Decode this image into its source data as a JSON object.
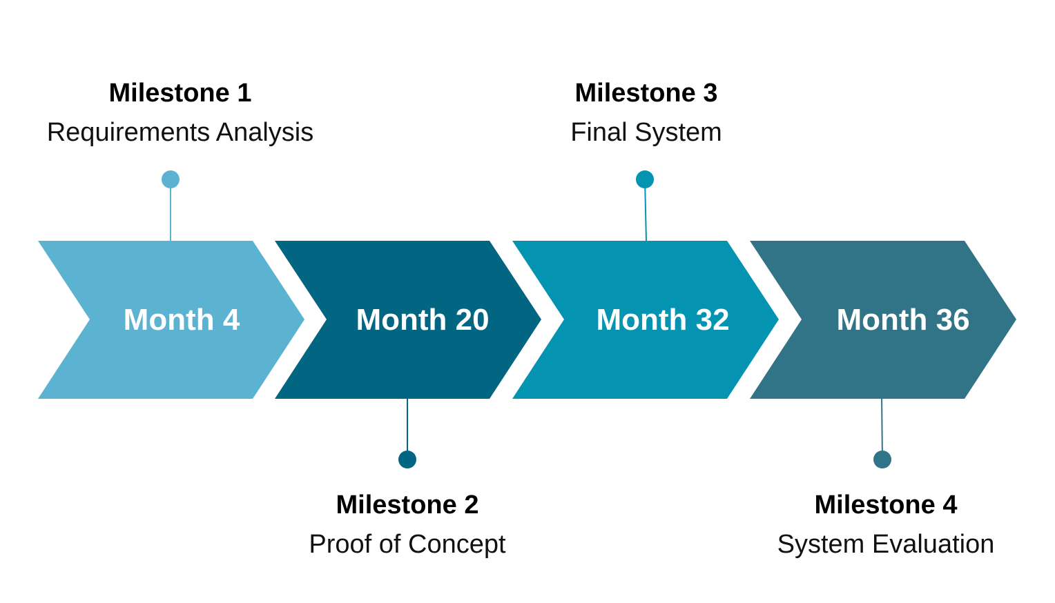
{
  "colors": {
    "step1": "#5cb3d1",
    "step2": "#026582",
    "step3": "#0493b0",
    "step4": "#327487"
  },
  "steps": [
    {
      "label": "Month 4"
    },
    {
      "label": "Month 20"
    },
    {
      "label": "Month 32"
    },
    {
      "label": "Month 36"
    }
  ],
  "milestones": [
    {
      "title": "Milestone 1",
      "description": "Requirements Analysis"
    },
    {
      "title": "Milestone 2",
      "description": "Proof of Concept"
    },
    {
      "title": "Milestone 3",
      "description": "Final System"
    },
    {
      "title": "Milestone 4",
      "description": "System Evaluation"
    }
  ]
}
